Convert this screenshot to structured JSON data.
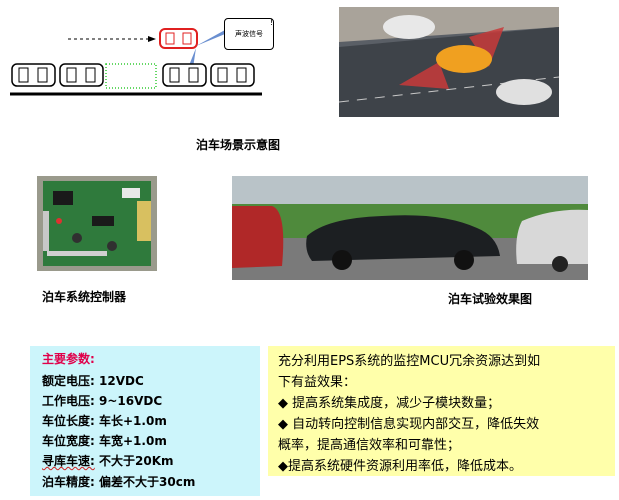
{
  "scene": {
    "callout": "声波信号",
    "callout_mark": "!",
    "caption": "泊车场景示意图"
  },
  "controller": {
    "caption": "泊车系统控制器"
  },
  "test": {
    "caption": "泊车试验效果图"
  },
  "params": {
    "title": "主要参数:",
    "items": [
      {
        "label": "额定电压:",
        "value": "12VDC"
      },
      {
        "label": "工作电压:",
        "value": "9~16VDC"
      },
      {
        "label": "车位长度:",
        "value": "车长+1.0m"
      },
      {
        "label": "车位宽度:",
        "value": "车宽+1.0m"
      },
      {
        "label": "寻库车速:",
        "value": "不大于20Km"
      },
      {
        "label": "泊车精度:",
        "value": "偏差不大于30cm"
      }
    ]
  },
  "benefits": {
    "lines": [
      "充分利用EPS系统的监控MCU冗余资源达到如",
      "下有益效果：",
      "◆  提高系统集成度，减少子模块数量；",
      "◆  自动转向控制信息实现内部交互，降低失效",
      "概率，提高通信效率和可靠性；",
      "◆提高系统硬件资源利用率低，降低成本。"
    ]
  },
  "colors": {
    "params_bg": "#ccf5fb",
    "benefits_bg": "#ffffaa",
    "params_title": "#e0004a",
    "target_car": "#e02020",
    "parking_slot": "#33cc33"
  }
}
